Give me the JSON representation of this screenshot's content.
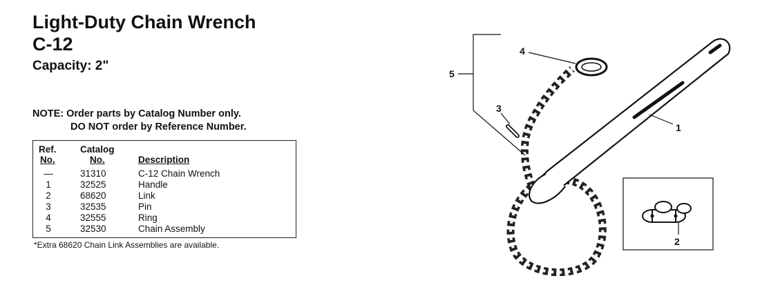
{
  "header": {
    "title": "Light-Duty Chain Wrench",
    "model": "C-12",
    "capacity": "Capacity: 2\""
  },
  "note": {
    "line1": "NOTE: Order parts by Catalog Number only.",
    "line2": "DO NOT order by Reference Number."
  },
  "parts_table": {
    "headers": {
      "ref_top": "Ref.",
      "ref_bottom": "No.",
      "catalog_top": "Catalog",
      "catalog_bottom": "No.",
      "description": "Description"
    },
    "rows": [
      {
        "ref": "—",
        "catalog": "31310",
        "description": "C-12 Chain Wrench"
      },
      {
        "ref": "1",
        "catalog": "32525",
        "description": "Handle"
      },
      {
        "ref": "2",
        "catalog": "68620",
        "description": "Link"
      },
      {
        "ref": "3",
        "catalog": "32535",
        "description": "Pin"
      },
      {
        "ref": "4",
        "catalog": "32555",
        "description": "Ring"
      },
      {
        "ref": "5",
        "catalog": "32530",
        "description": "Chain Assembly"
      }
    ]
  },
  "footnote": "*Extra 68620 Chain Link Assemblies are available.",
  "callouts": {
    "handle": "1",
    "link": "2",
    "pin": "3",
    "ring": "4",
    "chain": "5"
  }
}
